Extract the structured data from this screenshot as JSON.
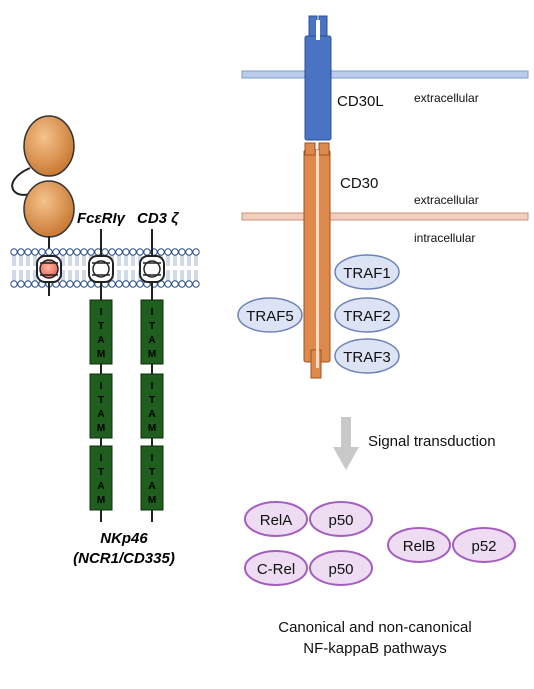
{
  "left_panel": {
    "label_fc": "FcεRIγ",
    "label_cd3": "CD3 ζ",
    "itam_text": "ITAM",
    "nkp46_line1": "NKp46",
    "nkp46_line2": "(NCR1/CD335)"
  },
  "right_panel": {
    "cd30l_label": "CD30L",
    "cd30_label": "CD30",
    "extracellular_top": "extracellular",
    "extracellular_mid": "extracellular",
    "intracellular": "intracellular",
    "traf1": "TRAF1",
    "traf2": "TRAF2",
    "traf3": "TRAF3",
    "traf5": "TRAF5",
    "signal_label": "Signal transduction",
    "rela": "RelA",
    "p50_a": "p50",
    "crel": "C-Rel",
    "p50_b": "p50",
    "relb": "RelB",
    "p52": "p52",
    "caption_line1": "Canonical and non-canonical",
    "caption_line2": "NF-kappaB pathways"
  },
  "colors": {
    "receptor_orange": "#dd8a4c",
    "ligand_blue": "#4a73c4",
    "itam_green": "#1f5e1f",
    "traf_fill": "#dbe3f5",
    "nfkb_fill": "#eedcf2",
    "nfkb_stroke": "#a45ec0"
  }
}
